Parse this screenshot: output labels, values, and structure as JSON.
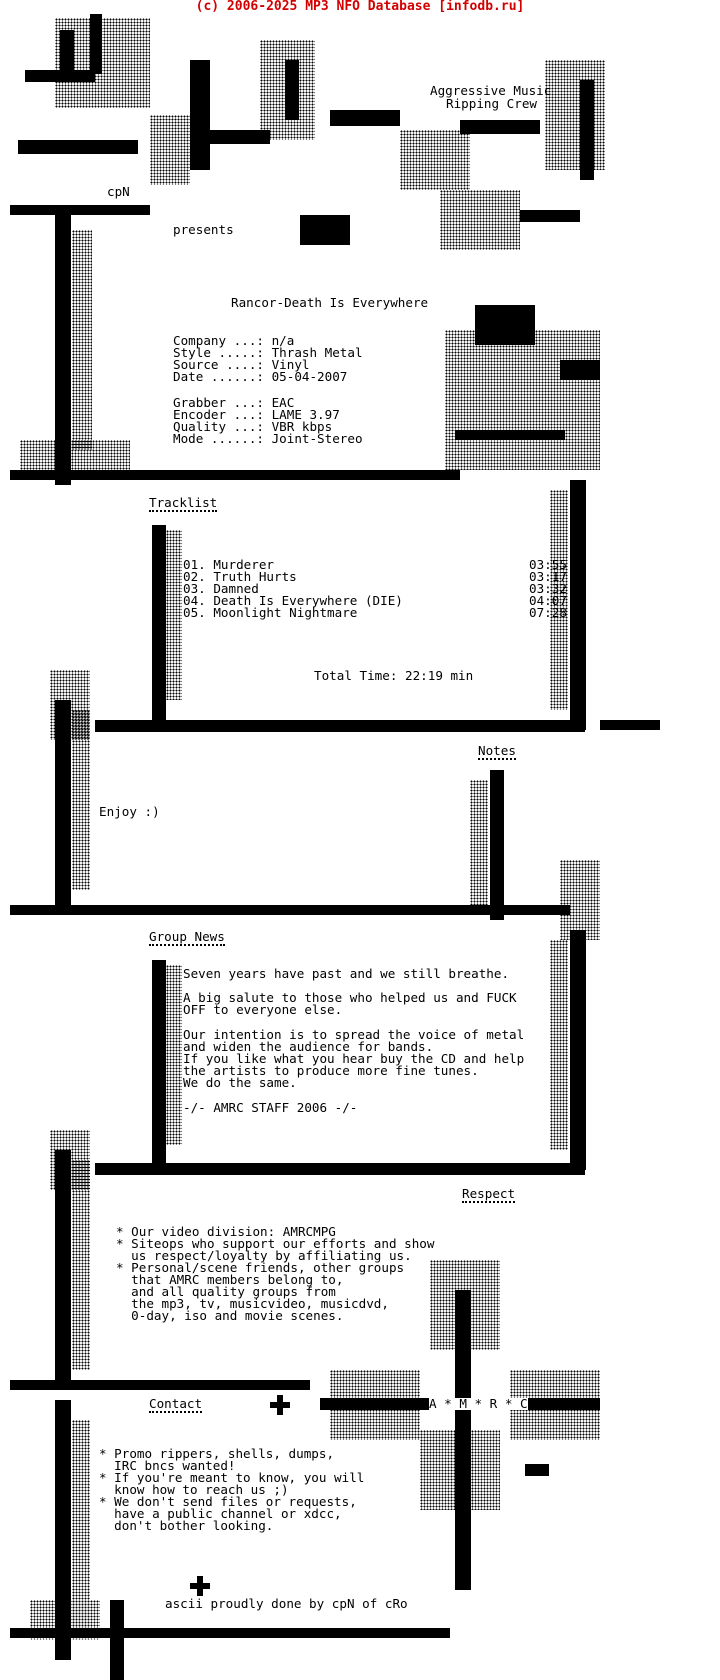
{
  "header": {
    "copyright": "(c) 2006-2025 MP3 NFO Database [infodb.ru]"
  },
  "group": {
    "name_line1": "Aggressive Music",
    "name_line2": "Ripping Crew",
    "artist_tag": "cpN",
    "presents": "presents"
  },
  "release": {
    "title": "Rancor-Death Is Everywhere",
    "info": [
      "Company ...: n/a",
      "Style .....: Thrash Metal",
      "Source ....: Vinyl",
      "Date ......: 05-04-2007"
    ],
    "tech": [
      "Grabber ...: EAC",
      "Encoder ...: LAME 3.97",
      "Quality ...: VBR kbps",
      "Mode ......: Joint-Stereo"
    ]
  },
  "tracklist": {
    "heading": "Tracklist",
    "tracks": [
      {
        "title": "01. Murderer",
        "time": "03:55"
      },
      {
        "title": "02. Truth Hurts",
        "time": "03:17"
      },
      {
        "title": "03. Damned",
        "time": "03:32"
      },
      {
        "title": "04. Death Is Everywhere (DIE)",
        "time": "04:07"
      },
      {
        "title": "05. Moonlight Nightmare",
        "time": "07:28"
      }
    ],
    "total": "Total Time: 22:19 min"
  },
  "notes": {
    "heading": "Notes",
    "text": "Enjoy :)"
  },
  "news": {
    "heading": "Group News",
    "lines": [
      "Seven years have past and we still breathe.",
      "",
      "A big salute to those who helped us and FUCK",
      "OFF to everyone else.",
      "",
      "Our intention is to spread the voice of metal",
      "and widen the audience for bands.",
      "If you like what you hear buy the CD and help",
      "the artists to produce more fine tunes.",
      "We do the same.",
      "",
      "-/- AMRC STAFF 2006 -/-"
    ]
  },
  "respect": {
    "heading": "Respect",
    "lines": [
      "* Our video division: AMRCMPG",
      "* Siteops who support our efforts and show",
      "  us respect/loyalty by affiliating us.",
      "* Personal/scene friends, other groups",
      "  that AMRC members belong to,",
      "  and all quality groups from",
      "  the mp3, tv, musicvideo, musicdvd,",
      "  0-day, iso and movie scenes."
    ]
  },
  "contact": {
    "heading": "Contact",
    "cross_label": "A * M * R * C",
    "lines": [
      "* Promo rippers, shells, dumps,",
      "  IRC bncs wanted!",
      "* If you're meant to know, you will",
      "  know how to reach us ;)",
      "* We don't send files or requests,",
      "  have a public channel or xdcc,",
      "  don't bother looking."
    ]
  },
  "footer": {
    "credit": "ascii proudly done by cpN of cRo"
  }
}
